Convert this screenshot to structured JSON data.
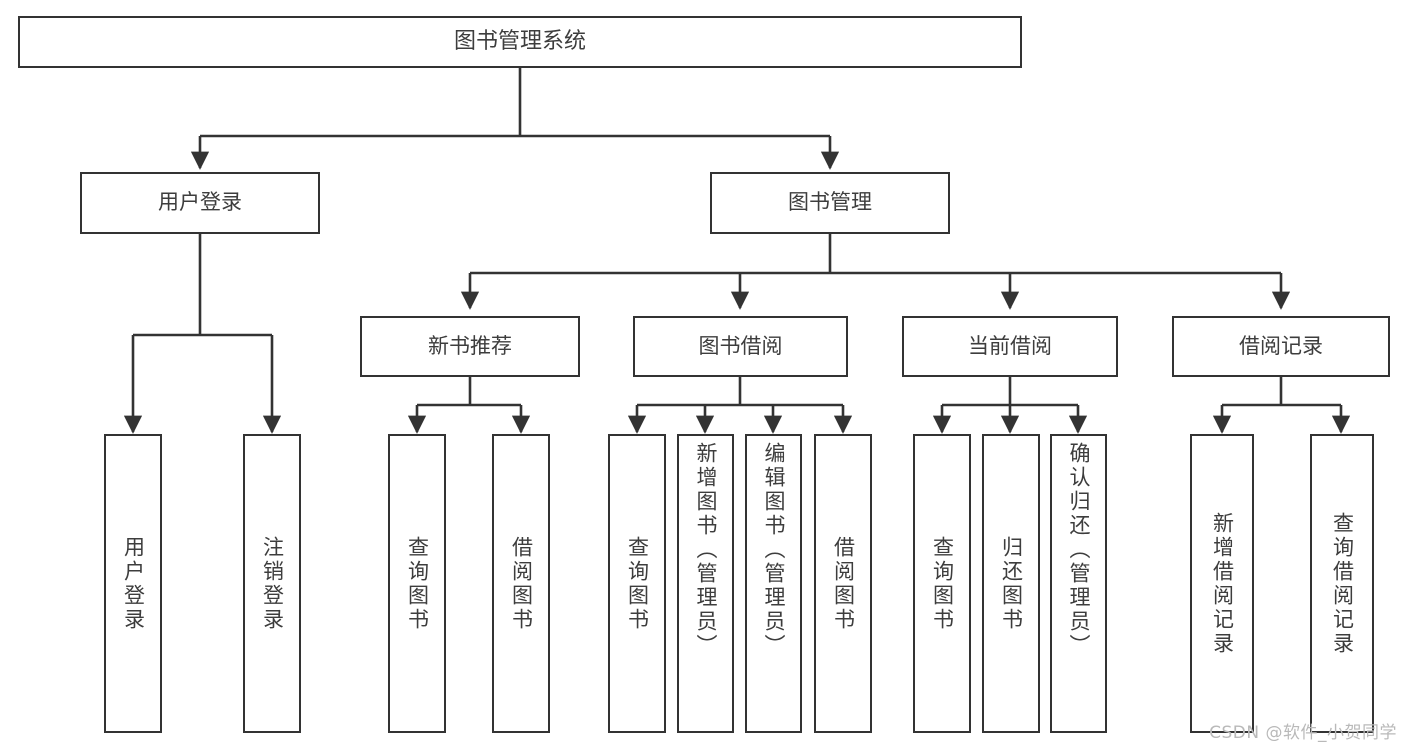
{
  "diagram": {
    "title": "图书管理系统",
    "watermark": "CSDN @软件_小贺同学",
    "stroke_color": "#333333",
    "text_color": "#3d3d3d",
    "background_color": "#ffffff",
    "watermark_color": "#b9b9b9"
  },
  "nodes": {
    "root": {
      "label": "图书管理系统"
    },
    "level2": [
      {
        "label": "用户登录"
      },
      {
        "label": "图书管理"
      }
    ],
    "level3": [
      {
        "label": "新书推荐"
      },
      {
        "label": "图书借阅"
      },
      {
        "label": "当前借阅"
      },
      {
        "label": "借阅记录"
      }
    ],
    "leaves": {
      "user_login": [
        {
          "label": "用户登录"
        },
        {
          "label": "注销登录"
        }
      ],
      "new_book_recommend": [
        {
          "label": "查询图书"
        },
        {
          "label": "借阅图书"
        }
      ],
      "book_borrow": [
        {
          "label": "查询图书"
        },
        {
          "label": "新增图书（管理员）"
        },
        {
          "label": "编辑图书（管理员）"
        },
        {
          "label": "借阅图书"
        }
      ],
      "current_borrow": [
        {
          "label": "查询图书"
        },
        {
          "label": "归还图书"
        },
        {
          "label": "确认归还（管理员）"
        }
      ],
      "borrow_record": [
        {
          "label": "新增借阅记录"
        },
        {
          "label": "查询借阅记录"
        }
      ]
    }
  },
  "chart_data": {
    "type": "table",
    "title": "图书管理系统 功能结构图",
    "hierarchy": [
      {
        "label": "图书管理系统",
        "children": [
          {
            "label": "用户登录",
            "children": [
              {
                "label": "用户登录"
              },
              {
                "label": "注销登录"
              }
            ]
          },
          {
            "label": "图书管理",
            "children": [
              {
                "label": "新书推荐",
                "children": [
                  {
                    "label": "查询图书"
                  },
                  {
                    "label": "借阅图书"
                  }
                ]
              },
              {
                "label": "图书借阅",
                "children": [
                  {
                    "label": "查询图书"
                  },
                  {
                    "label": "新增图书（管理员）"
                  },
                  {
                    "label": "编辑图书（管理员）"
                  },
                  {
                    "label": "借阅图书"
                  }
                ]
              },
              {
                "label": "当前借阅",
                "children": [
                  {
                    "label": "查询图书"
                  },
                  {
                    "label": "归还图书"
                  },
                  {
                    "label": "确认归还（管理员）"
                  }
                ]
              },
              {
                "label": "借阅记录",
                "children": [
                  {
                    "label": "新增借阅记录"
                  },
                  {
                    "label": "查询借阅记录"
                  }
                ]
              }
            ]
          }
        ]
      }
    ]
  }
}
